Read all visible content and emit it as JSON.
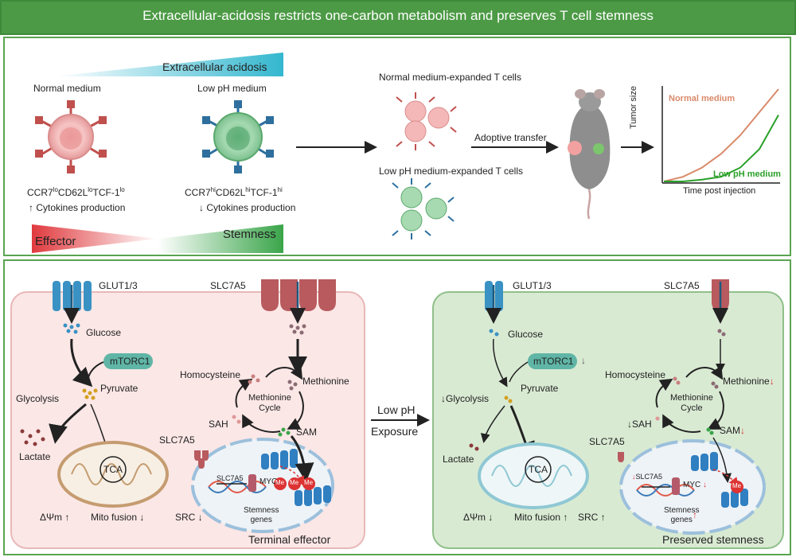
{
  "header": {
    "title": "Extracellular-acidosis restricts one-carbon metabolism and preserves T cell stemness"
  },
  "top": {
    "gradient_label": "Extracellular acidosis",
    "normal_label": "Normal medium",
    "lowph_label": "Low pH medium",
    "normal_markers": [
      "CCR7",
      "lo",
      "CD62L",
      "lo",
      "TCF-1",
      "lo"
    ],
    "lowph_markers": [
      "CCR7",
      "hi",
      "CD62L",
      "hi",
      "TCF-1",
      "hi"
    ],
    "normal_cytokines": "Cytokines production",
    "lowph_cytokines": "Cytokines production",
    "up_arrow": "↑",
    "down_arrow": "↓",
    "effector_label": "Effector",
    "stemness_label": "Stemness",
    "normal_expanded": "Normal medium-expanded T cells",
    "lowph_expanded": "Low pH medium-expanded T cells",
    "adoptive_transfer": "Adoptive transfer"
  },
  "chart_data": {
    "type": "line",
    "xlabel": "Time post injection",
    "ylabel": "Tumor size",
    "series": [
      {
        "name": "Normal medium",
        "color": "#d98a6a",
        "x": [
          0,
          1,
          2,
          3,
          4,
          5,
          6
        ],
        "values": [
          0,
          0.05,
          0.15,
          0.3,
          0.5,
          0.75,
          1.0
        ]
      },
      {
        "name": "Low pH medium",
        "color": "#2aa02a",
        "x": [
          0,
          1,
          2,
          3,
          4,
          5,
          6
        ],
        "values": [
          0,
          0.0,
          0.02,
          0.05,
          0.15,
          0.35,
          0.72
        ]
      }
    ]
  },
  "left_cell": {
    "glut": "GLUT1/3",
    "slc7a5_top": "SLC7A5",
    "glucose": "Glucose",
    "mtorc1": "mTORC1",
    "glycolysis": "Glycolysis",
    "pyruvate": "Pyruvate",
    "lactate": "Lactate",
    "tca": "TCA",
    "homocysteine": "Homocysteine",
    "methionine": "Methionine",
    "cycle": "Methionine\nCycle",
    "sah": "SAH",
    "sam": "SAM",
    "slc7a5_side": "SLC7A5",
    "gene_slc7a5": "SLC7A5",
    "myc": "MYC",
    "me": "Me",
    "stemness_genes": "Stemness\ngenes",
    "psi": "ΔΨm",
    "mito": "Mito fusion",
    "src": "SRC",
    "caption": "Terminal effector"
  },
  "middle": {
    "low_ph": "Low pH",
    "exposure": "Exposure"
  },
  "right_cell": {
    "glut": "GLUT1/3",
    "slc7a5_top": "SLC7A5",
    "glucose": "Glucose",
    "mtorc1": "mTORC1",
    "glycolysis": "Glycolysis",
    "pyruvate": "Pyruvate",
    "lactate": "Lactate",
    "tca": "TCA",
    "homocysteine": "Homocysteine",
    "methionine": "Methionine",
    "sah": "SAH",
    "sam": "SAM",
    "slc7a5_side": "SLC7A5",
    "gene_slc7a5": "SLC7A5",
    "myc": "MYC",
    "me": "Me",
    "psi": "ΔΨm",
    "mito": "Mito fusion",
    "src": "SRC",
    "caption": "Preserved stemness"
  }
}
